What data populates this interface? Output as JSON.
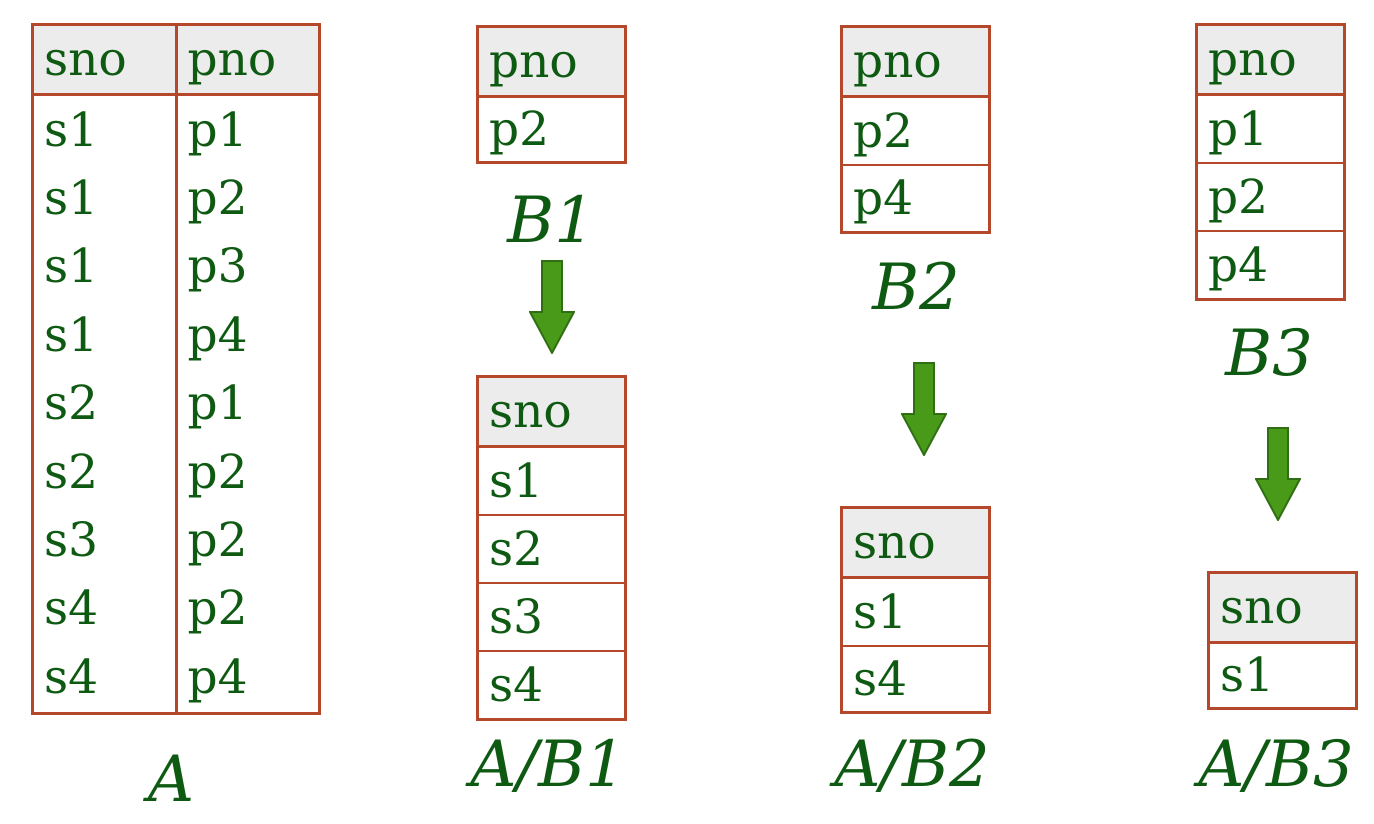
{
  "colors": {
    "border": "#b5472a",
    "text": "#0f5a12",
    "header_bg": "#ececec",
    "arrow_fill": "#4a9a1a",
    "arrow_stroke": "#2f6e12"
  },
  "table_a": {
    "headers": [
      "sno",
      "pno"
    ],
    "rows": [
      [
        "s1",
        "p1"
      ],
      [
        "s1",
        "p2"
      ],
      [
        "s1",
        "p3"
      ],
      [
        "s1",
        "p4"
      ],
      [
        "s2",
        "p1"
      ],
      [
        "s2",
        "p2"
      ],
      [
        "s3",
        "p2"
      ],
      [
        "s4",
        "p2"
      ],
      [
        "s4",
        "p4"
      ]
    ],
    "caption": "A"
  },
  "b1": {
    "header": "pno",
    "rows": [
      "p2"
    ],
    "caption": "B1"
  },
  "b2": {
    "header": "pno",
    "rows": [
      "p2",
      "p4"
    ],
    "caption": "B2"
  },
  "b3": {
    "header": "pno",
    "rows": [
      "p1",
      "p2",
      "p4"
    ],
    "caption": "B3"
  },
  "a_div_b1": {
    "header": "sno",
    "rows": [
      "s1",
      "s2",
      "s3",
      "s4"
    ],
    "caption": "A/B1"
  },
  "a_div_b2": {
    "header": "sno",
    "rows": [
      "s1",
      "s4"
    ],
    "caption": "A/B2"
  },
  "a_div_b3": {
    "header": "sno",
    "rows": [
      "s1"
    ],
    "caption": "A/B3"
  },
  "arrow_icon": "down-arrow-icon"
}
